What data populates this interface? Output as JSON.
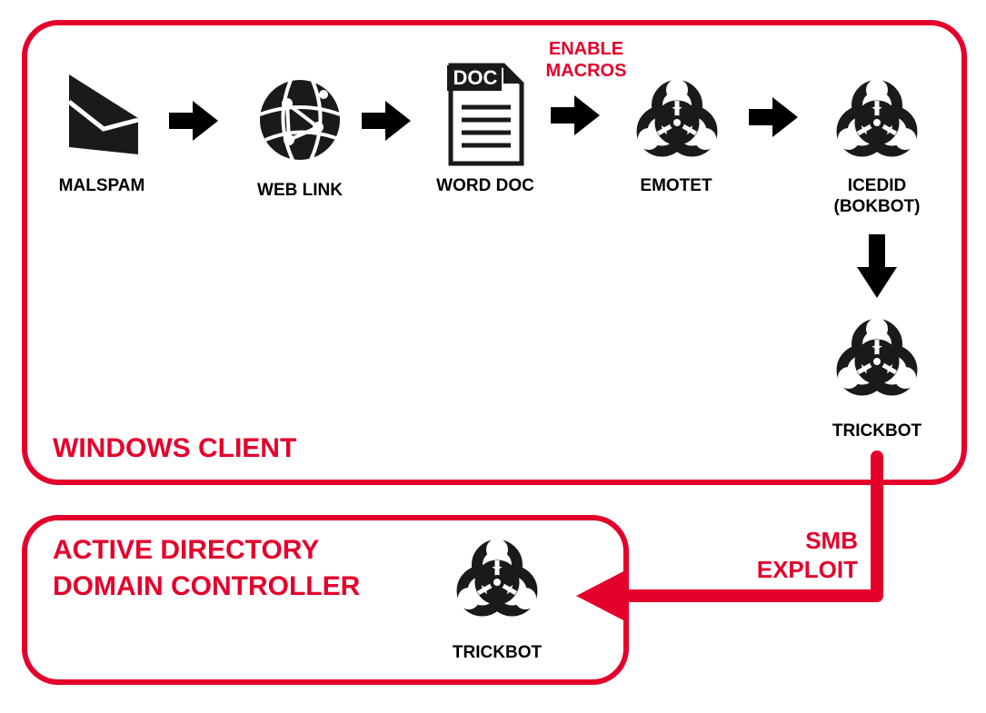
{
  "zones": {
    "client_title": "WINDOWS CLIENT",
    "dc_title_line1": "ACTIVE DIRECTORY",
    "dc_title_line2": "DOMAIN CONTROLLER"
  },
  "nodes": {
    "malspam": "MALSPAM",
    "web_link": "WEB LINK",
    "word_doc": "WORD DOC",
    "doc_icon_text": "DOC",
    "emotet": "EMOTET",
    "icedid_line1": "ICEDID",
    "icedid_line2": "(BOKBOT)",
    "trickbot_client": "TRICKBOT",
    "trickbot_dc": "TRICKBOT"
  },
  "edges": {
    "enable_line1": "ENABLE",
    "enable_line2": "MACROS",
    "smb_line1": "SMB",
    "smb_line2": "EXPLOIT"
  },
  "colors": {
    "accent": "#e4002b",
    "ink": "#1a1a1a"
  }
}
